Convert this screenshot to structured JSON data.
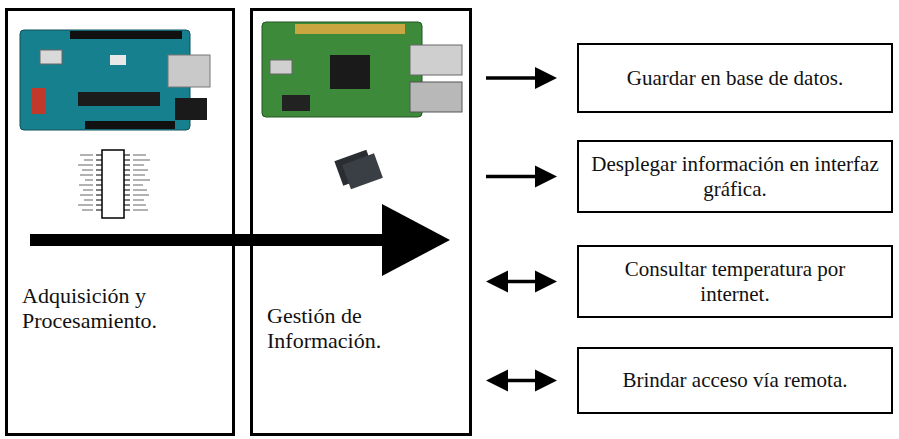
{
  "diagram": {
    "nodes": [
      {
        "text": [
          "Adquisición y Procesamiento."
        ]
      },
      {
        "text": [
          "Gestión de Información."
        ]
      },
      {
        "text": [
          "Guardar en base de datos."
        ]
      },
      {
        "text": [
          "Desplegar información en interfaz gráfica."
        ]
      },
      {
        "text": [
          "Consultar temperatura por internet."
        ]
      },
      {
        "text": [
          "Brindar acceso vía remota."
        ]
      }
    ],
    "edges": [
      {
        "from": 0,
        "to": 1,
        "arrow": "to"
      },
      {
        "from": 1,
        "to": 2,
        "arrow": "to"
      },
      {
        "from": 1,
        "to": 3,
        "arrow": "to"
      },
      {
        "from": 1,
        "to": 4,
        "arrow": "both"
      },
      {
        "from": 1,
        "to": 5,
        "arrow": "both"
      }
    ]
  }
}
